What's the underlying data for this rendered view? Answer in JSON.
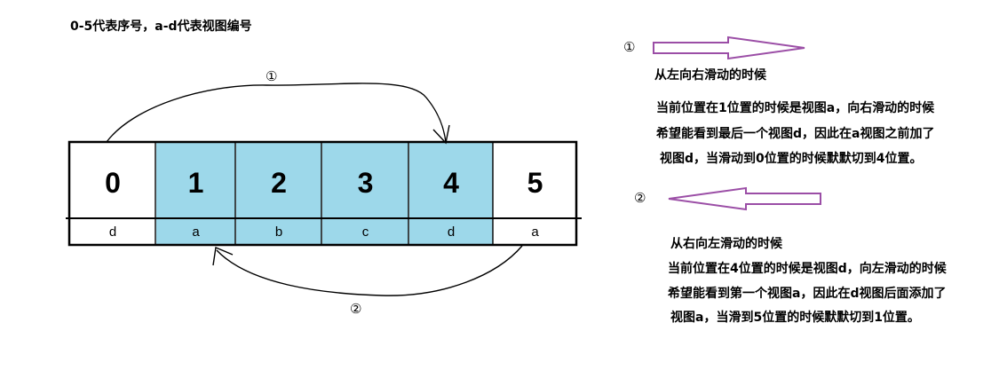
{
  "title": "0-5代表序号，a-d代表视图编号",
  "cells": {
    "indices": [
      "0",
      "1",
      "2",
      "3",
      "4",
      "5"
    ],
    "views": [
      "d",
      "a",
      "b",
      "c",
      "d",
      "a"
    ],
    "highlighted": [
      false,
      true,
      true,
      true,
      true,
      false
    ],
    "highlight_color": "#9dd8ea"
  },
  "arrow_colors": {
    "curve": "#000000",
    "direction_arrow": "#9b4ea6"
  },
  "diagram_labels": {
    "top_curve": "①",
    "bottom_curve": "②"
  },
  "section1": {
    "marker": "①",
    "heading": "从左向右滑动的时候",
    "lines": [
      "当前位置在1位置的时候是视图a，向右滑动的时候",
      "希望能看到最后一个视图d，因此在a视图之前加了",
      "视图d，当滑动到0位置的时候默默切到4位置。"
    ]
  },
  "section2": {
    "marker": "②",
    "heading": "从右向左滑动的时候",
    "lines": [
      "当前位置在4位置的时候是视图d，向左滑动的时候",
      "希望能看到第一个视图a，因此在d视图后面添加了",
      "视图a，当滑到5位置的时候默默切到1位置。"
    ]
  }
}
